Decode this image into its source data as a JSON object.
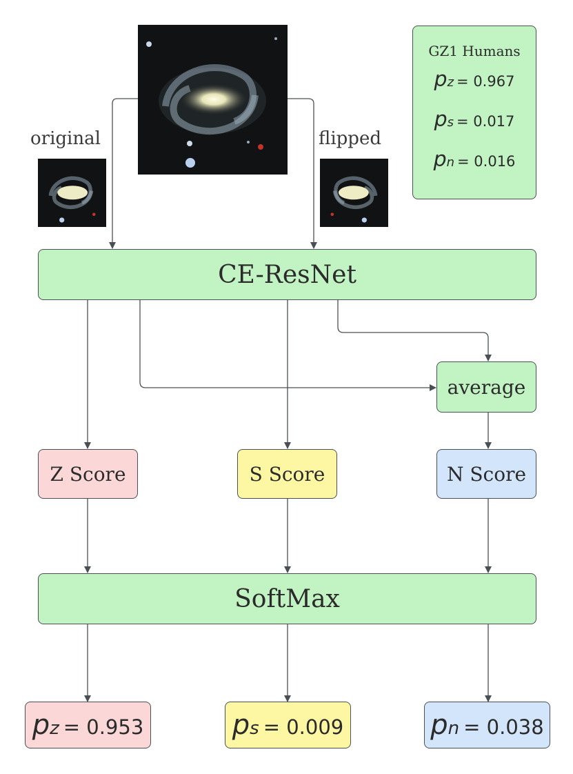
{
  "inputs": {
    "original_label": "original",
    "flipped_label": "flipped"
  },
  "gz1": {
    "title": "GZ1 Humans",
    "rows": [
      {
        "p": "p",
        "sub": "z",
        "value": "= 0.967"
      },
      {
        "p": "p",
        "sub": "s",
        "value": "= 0.017"
      },
      {
        "p": "p",
        "sub": "n",
        "value": "= 0.016"
      }
    ]
  },
  "nodes": {
    "network": "CE-ResNet",
    "average": "average",
    "z_score": "Z Score",
    "s_score": "S Score",
    "n_score": "N Score",
    "softmax": "SoftMax"
  },
  "outputs": [
    {
      "p": "p",
      "sub": "z",
      "value": "= 0.953"
    },
    {
      "p": "p",
      "sub": "s",
      "value": "= 0.009"
    },
    {
      "p": "p",
      "sub": "n",
      "value": "= 0.038"
    }
  ],
  "colors": {
    "green": "#c2f3c3",
    "red": "#fbd7d8",
    "yellow": "#fdf7a3",
    "blue": "#d3e5fb",
    "line": "#4a4f55"
  }
}
